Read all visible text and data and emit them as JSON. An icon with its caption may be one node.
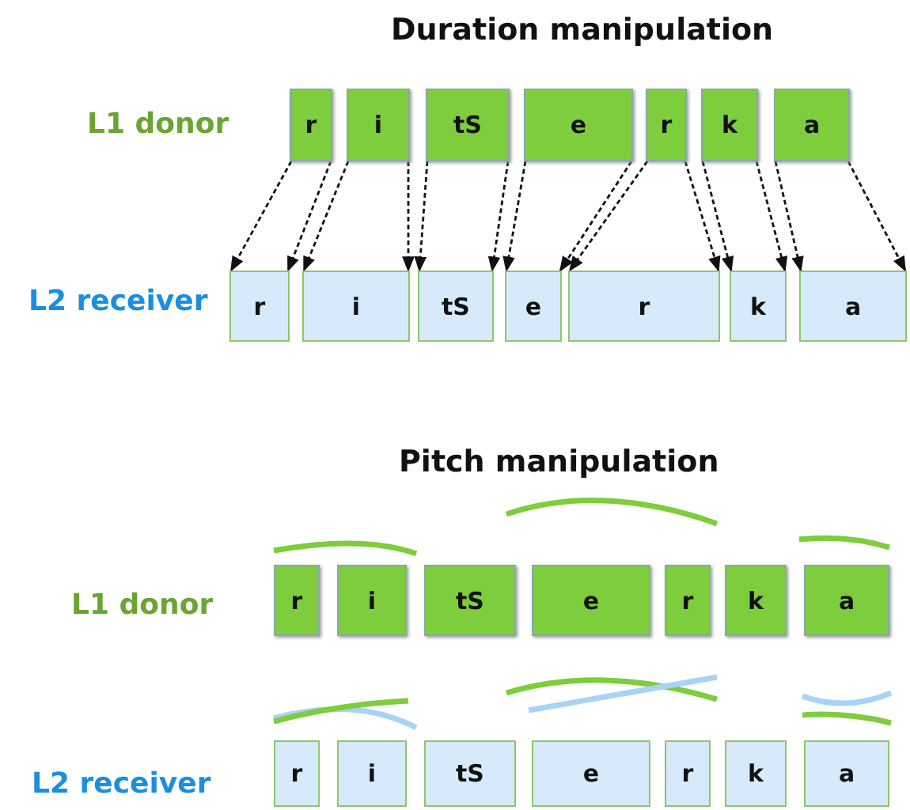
{
  "diagram": {
    "nodes": [
      {
        "text": [
          "r"
        ]
      },
      {
        "text": [
          "i"
        ]
      },
      {
        "text": [
          "tS"
        ]
      },
      {
        "text": [
          "e"
        ]
      },
      {
        "text": [
          "r"
        ]
      },
      {
        "text": [
          "k"
        ]
      },
      {
        "text": [
          "a"
        ]
      },
      {
        "text": [
          "r"
        ]
      },
      {
        "text": [
          "i"
        ]
      },
      {
        "text": [
          "tS"
        ]
      },
      {
        "text": [
          "e"
        ]
      },
      {
        "text": [
          "r"
        ]
      },
      {
        "text": [
          "k"
        ]
      },
      {
        "text": [
          "a"
        ]
      },
      {
        "text": [
          "r"
        ]
      },
      {
        "text": [
          "i"
        ]
      },
      {
        "text": [
          "tS"
        ]
      },
      {
        "text": [
          "e"
        ]
      },
      {
        "text": [
          "r"
        ]
      },
      {
        "text": [
          "k"
        ]
      },
      {
        "text": [
          "a"
        ]
      },
      {
        "text": [
          "r"
        ]
      },
      {
        "text": [
          "i"
        ]
      },
      {
        "text": [
          "tS"
        ]
      },
      {
        "text": [
          "e"
        ]
      },
      {
        "text": [
          "r"
        ]
      },
      {
        "text": [
          "k"
        ]
      },
      {
        "text": [
          "a"
        ]
      }
    ],
    "edges": [
      {
        "from": 0,
        "to": 7,
        "arrow": "to",
        "style": "dashed"
      },
      {
        "from": 0,
        "to": 7,
        "arrow": "to",
        "style": "dashed"
      },
      {
        "from": 1,
        "to": 8,
        "arrow": "to",
        "style": "dashed"
      },
      {
        "from": 1,
        "to": 8,
        "arrow": "to",
        "style": "dashed"
      },
      {
        "from": 2,
        "to": 9,
        "arrow": "to",
        "style": "dashed"
      },
      {
        "from": 2,
        "to": 9,
        "arrow": "to",
        "style": "dashed"
      },
      {
        "from": 3,
        "to": 10,
        "arrow": "to",
        "style": "dashed"
      },
      {
        "from": 3,
        "to": 10,
        "arrow": "to",
        "style": "dashed"
      },
      {
        "from": 4,
        "to": 11,
        "arrow": "to",
        "style": "dashed"
      },
      {
        "from": 4,
        "to": 11,
        "arrow": "to",
        "style": "dashed"
      },
      {
        "from": 5,
        "to": 12,
        "arrow": "to",
        "style": "dashed"
      },
      {
        "from": 5,
        "to": 12,
        "arrow": "to",
        "style": "dashed"
      },
      {
        "from": 6,
        "to": 13,
        "arrow": "to",
        "style": "dashed"
      },
      {
        "from": 6,
        "to": 13,
        "arrow": "to",
        "style": "dashed"
      }
    ],
    "labels": [
      "Duration manipulation",
      "L1 donor",
      "L2 receiver",
      "Pitch manipulation",
      "L1 donor",
      "L2 receiver"
    ]
  }
}
